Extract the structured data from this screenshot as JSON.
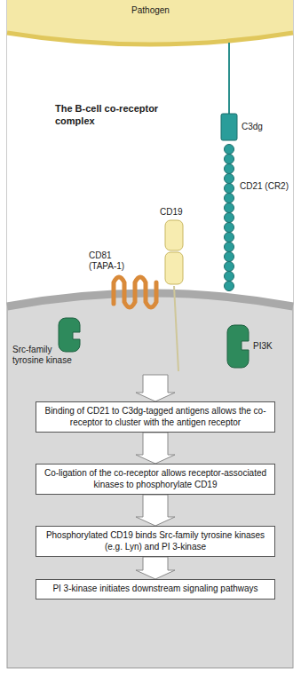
{
  "diagram": {
    "title": "The B-cell co-receptor complex",
    "nodes": [
      {
        "text": [
          "Binding of CD21 to C3dg-tagged antigens allows the co-receptor to cluster with the antigen receptor"
        ]
      },
      {
        "text": [
          "Co-ligation of the co-receptor allows receptor-associated kinases to phosphorylate CD19"
        ]
      },
      {
        "text": [
          "Phosphorylated CD19 binds Src-family tyrosine kinases (e.g. Lyn) and PI 3-kinase"
        ]
      },
      {
        "text": [
          "PI 3-kinase initiates downstream signaling pathways"
        ]
      }
    ],
    "edges": [
      {
        "from": 0,
        "to": 1,
        "arrow": "to"
      },
      {
        "from": 1,
        "to": 2,
        "arrow": "to"
      },
      {
        "from": 2,
        "to": 3,
        "arrow": "to"
      }
    ],
    "labels": [
      "Pathogen",
      "C3dg",
      "CD21 (CR2)",
      "CD19",
      "CD81 (TAPA-1)",
      "Src-family tyrosine kinase",
      "PI3K"
    ]
  }
}
